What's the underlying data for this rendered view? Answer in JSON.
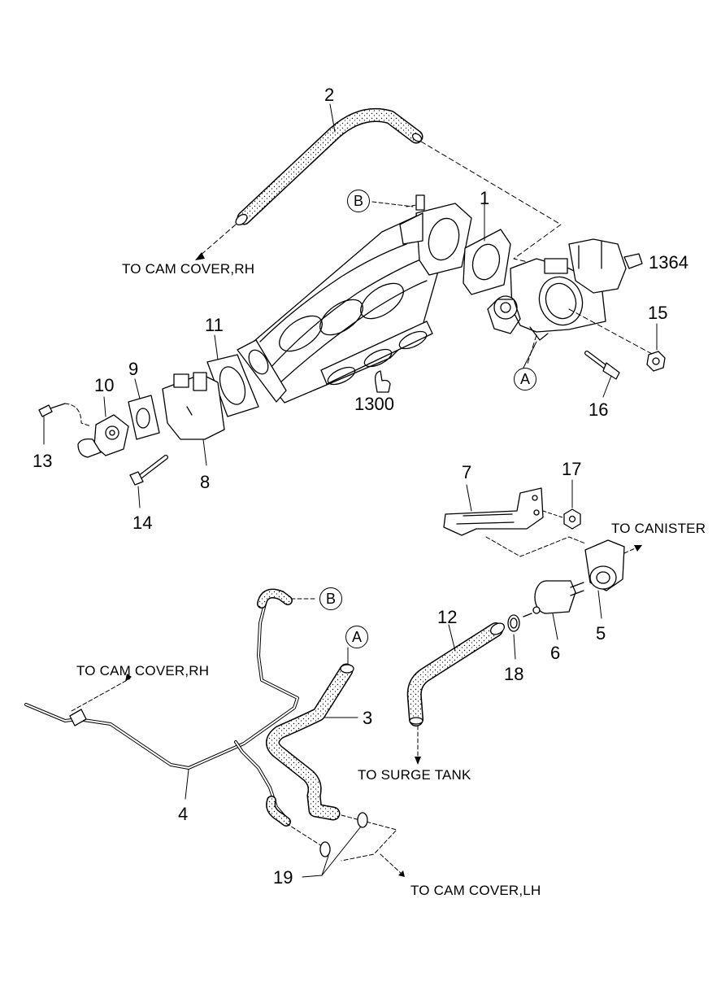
{
  "callouts": {
    "n1": "1",
    "n2": "2",
    "n3": "3",
    "n4": "4",
    "n5": "5",
    "n6": "6",
    "n7": "7",
    "n8": "8",
    "n9": "9",
    "n10": "10",
    "n11": "11",
    "n12": "12",
    "n13": "13",
    "n14": "14",
    "n15": "15",
    "n16": "16",
    "n17": "17",
    "n18": "18",
    "n19": "19",
    "n1300": "1300",
    "n1364": "1364"
  },
  "refs": {
    "a_top": "A",
    "a_bottom": "A",
    "b_top": "B",
    "b_bottom": "B"
  },
  "destinations": {
    "cam_cover_rh_top": "TO CAM COVER,RH",
    "cam_cover_rh_bottom": "TO CAM COVER,RH",
    "canister": "TO CANISTER",
    "surge_tank": "TO SURGE TANK",
    "cam_cover_lh": "TO CAM COVER,LH"
  }
}
